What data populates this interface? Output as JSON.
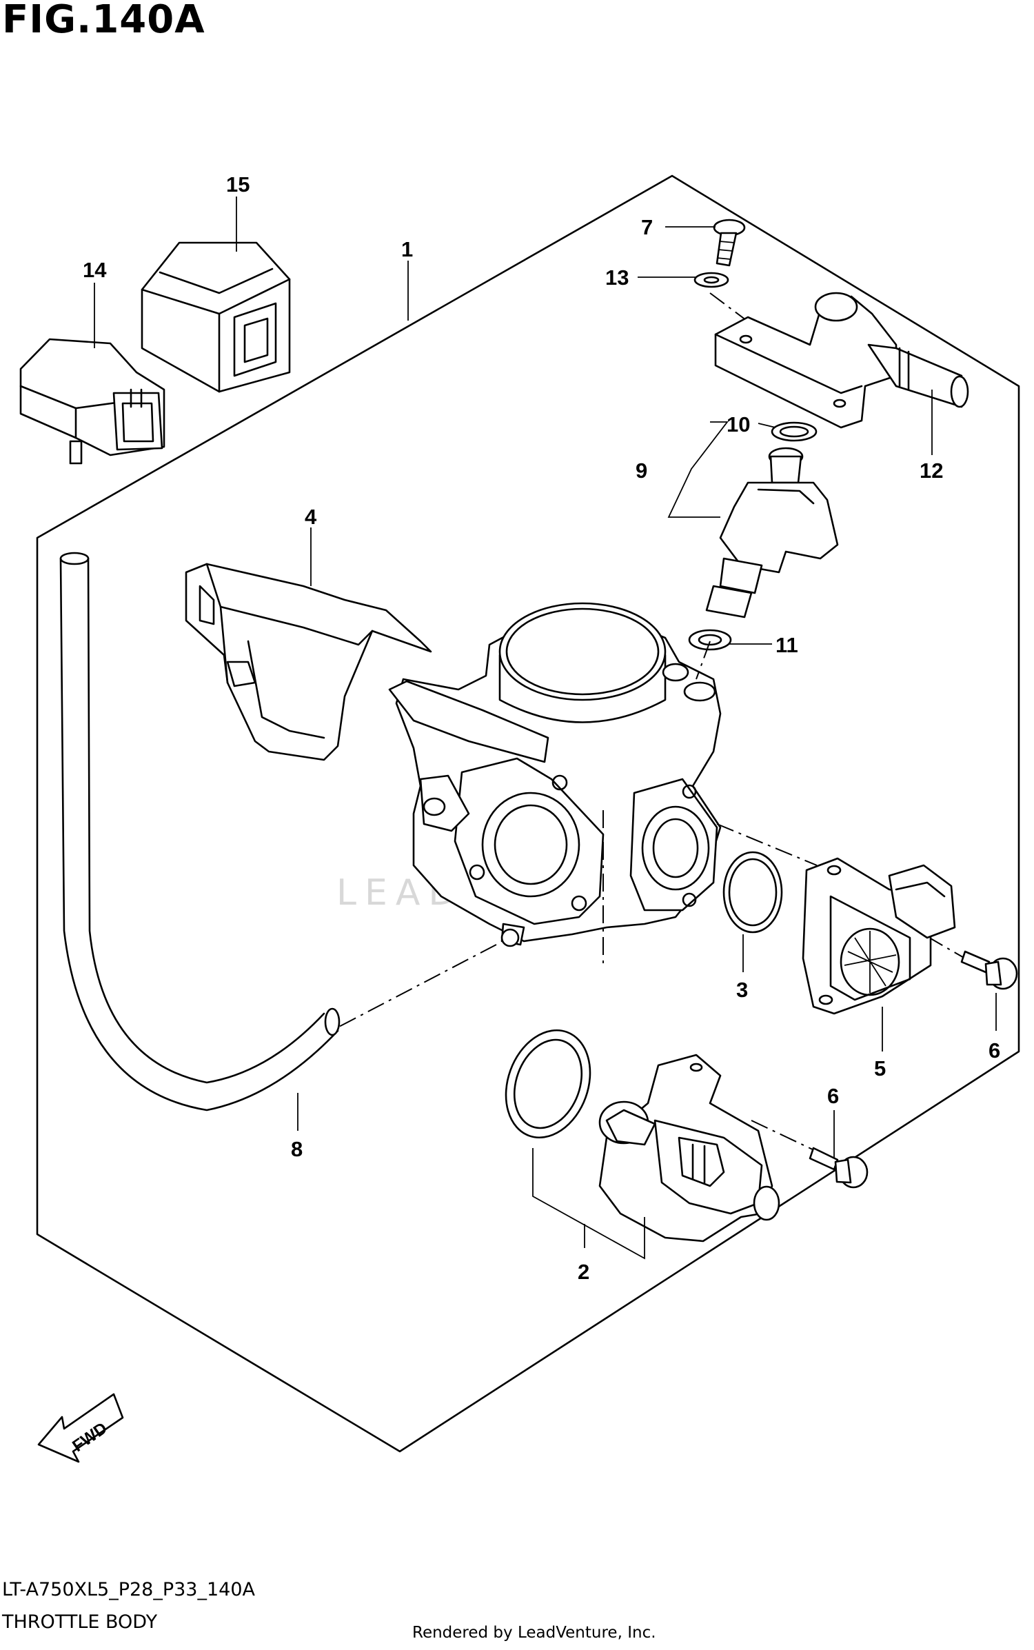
{
  "figure": {
    "title": "FIG.140A",
    "model_code": "LT-A750XL5_P28_P33_140A",
    "section_name": "THROTTLE BODY",
    "rendered_by": "Rendered by LeadVenture, Inc.",
    "watermark": "LEADVENTURE",
    "fwd_label": "FWD"
  },
  "callouts": {
    "c1": "1",
    "c2": "2",
    "c3": "3",
    "c4": "4",
    "c5": "5",
    "c6a": "6",
    "c6b": "6",
    "c7": "7",
    "c8": "8",
    "c9": "9",
    "c10": "10",
    "c11": "11",
    "c12": "12",
    "c13": "13",
    "c14": "14",
    "c15": "15"
  }
}
